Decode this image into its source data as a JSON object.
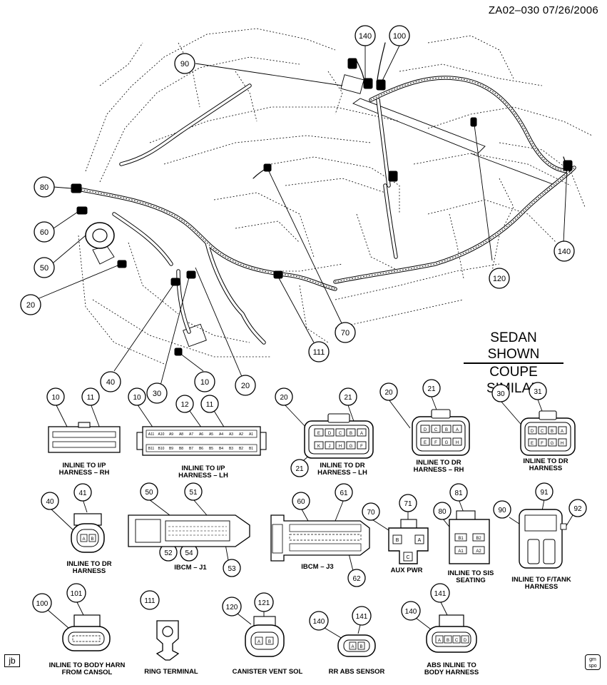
{
  "header": {
    "code": "ZA02–030 07/26/2006"
  },
  "note": {
    "line1": "SEDAN SHOWN",
    "line2": "COUPE SIMILAR"
  },
  "callouts": {
    "c10": "10",
    "c11": "11",
    "c12": "12",
    "c20": "20",
    "c21": "21",
    "c30": "30",
    "c31": "31",
    "c40": "40",
    "c41": "41",
    "c50": "50",
    "c51": "51",
    "c52": "52",
    "c53": "53",
    "c54": "54",
    "c60": "60",
    "c61": "61",
    "c62": "62",
    "c70": "70",
    "c71": "71",
    "c80": "80",
    "c81": "81",
    "c90": "90",
    "c91": "91",
    "c92": "92",
    "c100": "100",
    "c101": "101",
    "c111": "111",
    "c120": "120",
    "c121": "121",
    "c140": "140",
    "c141": "141"
  },
  "captions": {
    "ip_rh": [
      "INLINE TO I/P",
      "HARNESS – RH"
    ],
    "ip_lh": [
      "INLINE TO I/P",
      "HARNESS – LH"
    ],
    "dr_lh": [
      "INLINE TO DR",
      "HARNESS – LH"
    ],
    "dr_rh": [
      "INLINE TO DR",
      "HARNESS – RH"
    ],
    "dr_30": [
      "INLINE TO DR",
      "HARNESS"
    ],
    "dr_40": [
      "INLINE TO DR",
      "HARNESS"
    ],
    "ibcm_j1": [
      "IBCM – J1"
    ],
    "ibcm_j3": [
      "IBCM – J3"
    ],
    "aux_pwr": [
      "AUX PWR"
    ],
    "sis": [
      "INLINE TO SIS",
      "SEATING"
    ],
    "ftank": [
      "INLINE TO F/TANK",
      "HARNESS"
    ],
    "body_harn": [
      "INLINE TO BODY HARN",
      "FROM CANSOL"
    ],
    "ring": [
      "RING TERMINAL"
    ],
    "canister": [
      "CANISTER VENT SOL"
    ],
    "rr_abs": [
      "RR ABS SENSOR"
    ],
    "abs_body": [
      "ABS INLINE TO",
      "BODY HARNESS"
    ]
  },
  "pins": {
    "dr_lh_top": [
      "E",
      "D",
      "C",
      "B",
      "A"
    ],
    "dr_lh_bot": [
      "K",
      "J",
      "H",
      "G",
      "F"
    ],
    "dr_rh_top": [
      "D",
      "C",
      "B",
      "A"
    ],
    "dr_rh_bot": [
      "E",
      "F",
      "G",
      "H"
    ],
    "dr_30_top": [
      "D",
      "C",
      "B",
      "A"
    ],
    "dr_30_bot": [
      "E",
      "F",
      "G",
      "H"
    ],
    "c40": [
      "A",
      "B"
    ],
    "aux": [
      "B",
      "A",
      "C"
    ],
    "sis": [
      "B1",
      "B2",
      "A1",
      "A2"
    ],
    "c120": [
      "A",
      "B"
    ],
    "c140": [
      "A",
      "B"
    ],
    "abs_body": [
      "A",
      "B",
      "C",
      "D"
    ],
    "ip_lh_top": [
      "A11",
      "A10",
      "A9",
      "A8",
      "A7",
      "A6",
      "A5",
      "A4",
      "A3",
      "A2",
      "A1"
    ],
    "ip_lh_bot": [
      "B11",
      "B10",
      "B9",
      "B8",
      "B7",
      "B6",
      "B5",
      "B4",
      "B3",
      "B2",
      "B1"
    ]
  },
  "badges": {
    "jb": "jb",
    "logo_top": "gm",
    "logo_bot": "spo"
  }
}
